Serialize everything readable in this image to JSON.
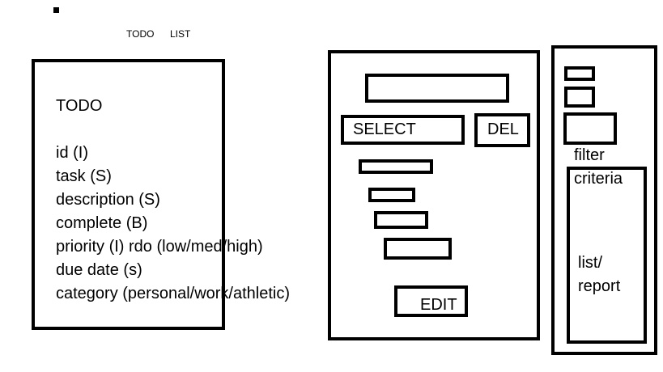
{
  "header": {
    "word1": "TODO",
    "word2": "LIST"
  },
  "model": {
    "title": "TODO",
    "fields": [
      "id  (I)",
      "task (S)",
      "description (S)",
      "complete (B)",
      "priority  (I)  rdo (low/med/high)",
      "due date (s)",
      "category (personal/work/athletic)"
    ]
  },
  "form": {
    "select_label": "SELECT",
    "delete_label": "DEL",
    "edit_label": "EDIT"
  },
  "sidebar": {
    "filter_label": "filter",
    "criteria_label": "criteria",
    "list_label_line1": "list/",
    "list_label_line2": "report"
  }
}
